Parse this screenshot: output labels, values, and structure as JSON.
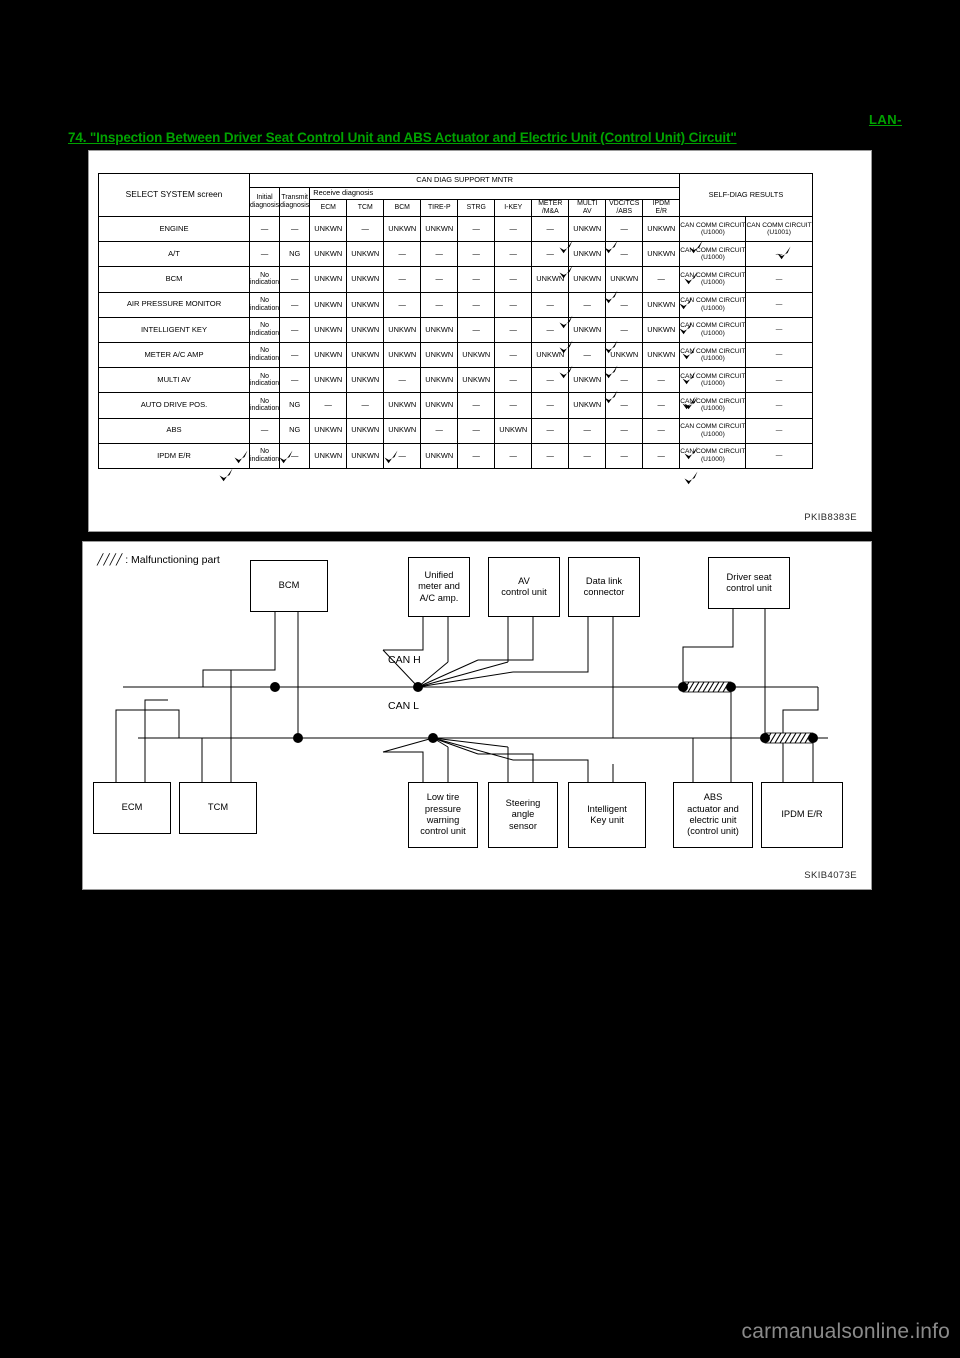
{
  "header": {
    "section_code": "LAN-",
    "title": "74. \"Inspection Between Driver Seat Control Unit and ABS Actuator and Electric Unit (Control Unit) Circuit\""
  },
  "table_figure": {
    "figure_code": "PKIB8383E",
    "headers": {
      "select_system": "SELECT SYSTEM screen",
      "can_diag_support_mntr": "CAN DIAG SUPPORT MNTR",
      "initial_diagnosis": "Initial\ndiagnosis",
      "transmit_diagnosis": "Transmit\ndiagnosis",
      "receive_diagnosis": "Receive diagnosis",
      "self_diag_results": "SELF-DIAG RESULTS",
      "initial_diagnosis_l1": "Initial",
      "initial_diagnosis_l2": "diagnosis",
      "transmit_diagnosis_l1": "Transmit",
      "transmit_diagnosis_l2": "diagnosis",
      "receive_columns": [
        {
          "l1": "ECM",
          "l2": ""
        },
        {
          "l1": "TCM",
          "l2": ""
        },
        {
          "l1": "BCM",
          "l2": ""
        },
        {
          "l1": "TIRE-P",
          "l2": ""
        },
        {
          "l1": "STRG",
          "l2": ""
        },
        {
          "l1": "I-KEY",
          "l2": ""
        },
        {
          "l1": "METER",
          "l2": "/M&A"
        },
        {
          "l1": "MULTI",
          "l2": "AV"
        },
        {
          "l1": "VDC/TCS",
          "l2": "/ABS"
        },
        {
          "l1": "IPDM",
          "l2": "E/R"
        }
      ]
    },
    "no_indication_l1": "No",
    "no_indication_l2": "indication",
    "rows": [
      {
        "name": "ENGINE",
        "initial": "—",
        "initial_2line": false,
        "transmit": "—",
        "receive": [
          "UNKWN",
          "—",
          "UNKWN",
          "UNKWN",
          "—",
          "—",
          "—",
          "UNKWN",
          "—",
          "UNKWN"
        ],
        "receive_extra": "UNKWN",
        "self_diag_1_l1": "CAN COMM CIRCUIT",
        "self_diag_1_l2": "(U1000)",
        "self_diag_2_l1": "CAN COMM CIRCUIT",
        "self_diag_2_l2": "(U1001)"
      },
      {
        "name": "A/T",
        "initial": "—",
        "initial_2line": false,
        "transmit": "NG",
        "receive": [
          "UNKWN",
          "UNKWN",
          "—",
          "—",
          "—",
          "—",
          "—",
          "UNKWN",
          "—",
          "UNKWN"
        ],
        "receive_extra": "—",
        "self_diag_1_l1": "CAN COMM CIRCUIT",
        "self_diag_1_l2": "(U1000)",
        "self_diag_2_l1": "—",
        "self_diag_2_l2": ""
      },
      {
        "name": "BCM",
        "initial": "No indication",
        "initial_2line": true,
        "transmit": "—",
        "receive": [
          "UNKWN",
          "UNKWN",
          "—",
          "—",
          "—",
          "—",
          "UNKWN",
          "UNKWN",
          "UNKWN",
          "—"
        ],
        "receive_extra": "UNKWN",
        "self_diag_1_l1": "CAN COMM CIRCUIT",
        "self_diag_1_l2": "(U1000)",
        "self_diag_2_l1": "—",
        "self_diag_2_l2": ""
      },
      {
        "name": "AIR PRESSURE MONITOR",
        "initial": "No indication",
        "initial_2line": true,
        "transmit": "—",
        "receive": [
          "UNKWN",
          "UNKWN",
          "—",
          "—",
          "—",
          "—",
          "—",
          "—",
          "—",
          "UNKWN"
        ],
        "receive_extra": "UNKWN",
        "self_diag_1_l1": "CAN COMM CIRCUIT",
        "self_diag_1_l2": "(U1000)",
        "self_diag_2_l1": "—",
        "self_diag_2_l2": ""
      },
      {
        "name": "INTELLIGENT KEY",
        "initial": "No indication",
        "initial_2line": true,
        "transmit": "—",
        "receive": [
          "UNKWN",
          "UNKWN",
          "UNKWN",
          "UNKWN",
          "—",
          "—",
          "—",
          "UNKWN",
          "—",
          "UNKWN"
        ],
        "receive_extra": "UNKWN",
        "self_diag_1_l1": "CAN COMM CIRCUIT",
        "self_diag_1_l2": "(U1000)",
        "self_diag_2_l1": "—",
        "self_diag_2_l2": ""
      },
      {
        "name": "METER A/C AMP",
        "initial": "No indication",
        "initial_2line": true,
        "transmit": "—",
        "receive": [
          "UNKWN",
          "UNKWN",
          "UNKWN",
          "UNKWN",
          "UNKWN",
          "—",
          "UNKWN",
          "—",
          "UNKWN",
          "UNKWN"
        ],
        "receive_extra": "—",
        "self_diag_1_l1": "CAN COMM CIRCUIT",
        "self_diag_1_l2": "(U1000)",
        "self_diag_2_l1": "—",
        "self_diag_2_l2": ""
      },
      {
        "name": "MULTI AV",
        "initial": "No indication",
        "initial_2line": true,
        "transmit": "—",
        "receive": [
          "UNKWN",
          "UNKWN",
          "—",
          "UNKWN",
          "UNKWN",
          "—",
          "—",
          "UNKWN",
          "—",
          "—"
        ],
        "receive_extra": "UNKWN",
        "self_diag_1_l1": "CAN COMM CIRCUIT",
        "self_diag_1_l2": "(U1000)",
        "self_diag_2_l1": "—",
        "self_diag_2_l2": ""
      },
      {
        "name": "AUTO DRIVE POS.",
        "initial": "No indication",
        "initial_2line": true,
        "transmit": "NG",
        "receive": [
          "—",
          "—",
          "UNKWN",
          "UNKWN",
          "—",
          "—",
          "—",
          "UNKWN",
          "—",
          "—"
        ],
        "receive_extra": "—",
        "self_diag_1_l1": "CAN COMM CIRCUIT",
        "self_diag_1_l2": "(U1000)",
        "self_diag_2_l1": "—",
        "self_diag_2_l2": ""
      },
      {
        "name": "ABS",
        "initial": "—",
        "initial_2line": false,
        "transmit": "NG",
        "receive": [
          "UNKWN",
          "UNKWN",
          "UNKWN",
          "—",
          "—",
          "UNKWN",
          "—",
          "—",
          "—",
          "—"
        ],
        "receive_extra": "—",
        "self_diag_1_l1": "CAN COMM CIRCUIT",
        "self_diag_1_l2": "(U1000)",
        "self_diag_2_l1": "—",
        "self_diag_2_l2": ""
      },
      {
        "name": "IPDM E/R",
        "initial": "No indication",
        "initial_2line": true,
        "transmit": "—",
        "receive": [
          "UNKWN",
          "UNKWN",
          "—",
          "UNKWN",
          "—",
          "—",
          "—",
          "—",
          "—",
          "—"
        ],
        "receive_extra": "—",
        "self_diag_1_l1": "CAN COMM CIRCUIT",
        "self_diag_1_l2": "(U1000)",
        "self_diag_2_l1": "—",
        "self_diag_2_l2": ""
      }
    ]
  },
  "diagram": {
    "figure_code": "SKIB4073E",
    "legend": "╱╱╱╱ : Malfunctioning part",
    "bus_labels": {
      "can_h": "CAN H",
      "can_l": "CAN L"
    },
    "top_boxes": [
      {
        "id": "bcm",
        "lines": [
          "BCM"
        ]
      },
      {
        "id": "unified-meter-ac-amp",
        "lines": [
          "Unified",
          "meter and",
          "A/C amp."
        ]
      },
      {
        "id": "av-control-unit",
        "lines": [
          "AV",
          "control unit"
        ]
      },
      {
        "id": "data-link-connector",
        "lines": [
          "Data link",
          "connector"
        ]
      },
      {
        "id": "driver-seat-control-unit",
        "lines": [
          "Driver seat",
          "control unit"
        ]
      }
    ],
    "bottom_boxes": [
      {
        "id": "ecm",
        "lines": [
          "ECM"
        ]
      },
      {
        "id": "tcm",
        "lines": [
          "TCM"
        ]
      },
      {
        "id": "low-tire-pressure-warning-control-unit",
        "lines": [
          "Low tire",
          "pressure",
          "warning",
          "control unit"
        ]
      },
      {
        "id": "steering-angle-sensor",
        "lines": [
          "Steering",
          "angle",
          "sensor"
        ]
      },
      {
        "id": "intelligent-key-unit",
        "lines": [
          "Intelligent",
          "Key unit"
        ]
      },
      {
        "id": "abs-actuator-electric-unit",
        "lines": [
          "ABS",
          "actuator and",
          "electric unit",
          "(control unit)"
        ]
      },
      {
        "id": "ipdm-er",
        "lines": [
          "IPDM E/R"
        ]
      }
    ]
  },
  "watermark": "carmanualsonline.info",
  "colors": {
    "accent_green": "#00a200",
    "background": "#000000",
    "panel": "#ffffff"
  }
}
